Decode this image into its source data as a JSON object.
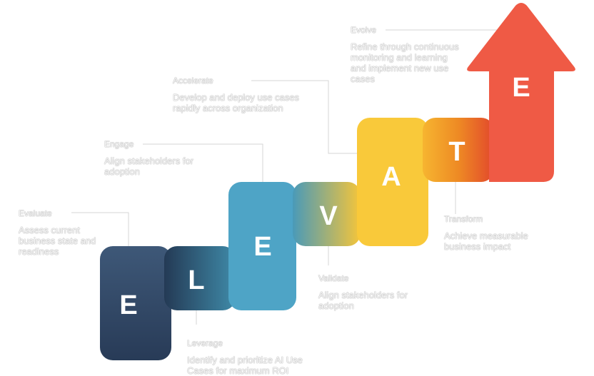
{
  "letters": [
    "E",
    "L",
    "E",
    "V",
    "A",
    "T",
    "E"
  ],
  "steps": [
    {
      "title": "Evaluate",
      "desc": "Assess current business state and readiness"
    },
    {
      "title": "Leverage",
      "desc": "Identify and prioritize AI Use Cases for maximum ROI"
    },
    {
      "title": "Engage",
      "desc": "Align stakeholders for adoption"
    },
    {
      "title": "Validate",
      "desc": "Align stakeholders for adoption"
    },
    {
      "title": "Accelerate",
      "desc": "Develop and deploy use cases rapidly across organization"
    },
    {
      "title": "Transform",
      "desc": "Achieve measurable business impact"
    },
    {
      "title": "Evolve",
      "desc": "Refine through continuous monitoring and learning and implement new use cases"
    }
  ],
  "colors": {
    "navy": "#2f4463",
    "teal": "#4fa3c4",
    "yellow": "#f9c93a",
    "orange": "#f0922a",
    "red": "#ef5a45"
  }
}
